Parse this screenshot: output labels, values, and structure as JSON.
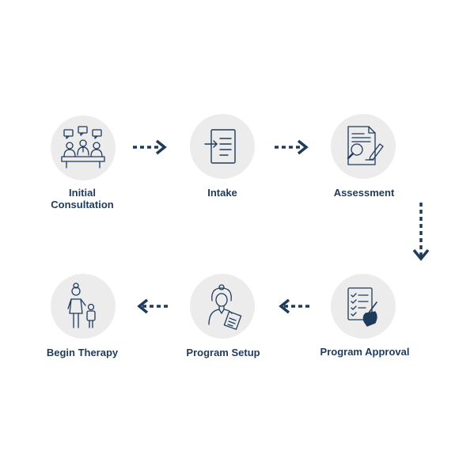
{
  "steps": [
    {
      "label": "Initial Consultation",
      "line1": "Initial",
      "line2": "Consultation",
      "icon": "consultation-group-icon"
    },
    {
      "label": "Intake",
      "icon": "intake-list-icon"
    },
    {
      "label": "Assessment",
      "icon": "assessment-document-icon"
    },
    {
      "label": "Program Approval",
      "icon": "approval-checklist-icon"
    },
    {
      "label": "Program Setup",
      "icon": "setup-clipboard-person-icon"
    },
    {
      "label": "Begin Therapy",
      "icon": "parent-child-icon"
    }
  ],
  "colors": {
    "primary": "#1f3b5c",
    "circle": "#ececec"
  }
}
